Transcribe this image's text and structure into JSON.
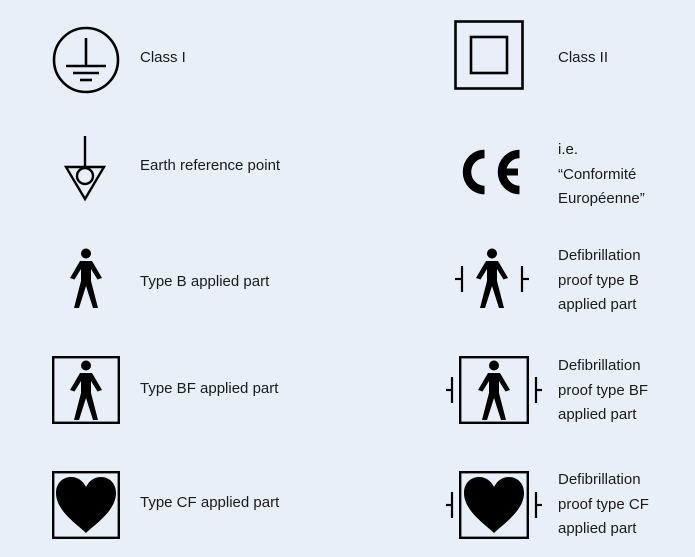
{
  "colors": {
    "background": "#e8eff8",
    "ink": "#000000",
    "text": "#1a1a1a"
  },
  "symbols": [
    {
      "id": "class-i",
      "icon": "protective-earth-icon",
      "lines": [
        "Class I"
      ]
    },
    {
      "id": "class-ii",
      "icon": "double-insulation-icon",
      "lines": [
        "Class II"
      ]
    },
    {
      "id": "earth-reference",
      "icon": "earth-reference-point-icon",
      "lines": [
        "Earth reference point"
      ]
    },
    {
      "id": "ce-mark",
      "icon": "ce-mark-icon",
      "lines": [
        "i.e.",
        "“Conformité",
        "Européenne”"
      ]
    },
    {
      "id": "type-b",
      "icon": "type-b-person-icon",
      "lines": [
        "Type B applied part"
      ]
    },
    {
      "id": "defib-type-b",
      "icon": "defib-type-b-icon",
      "lines": [
        "Defibrillation",
        "proof type B",
        "applied part"
      ]
    },
    {
      "id": "type-bf",
      "icon": "type-bf-boxed-person-icon",
      "lines": [
        "Type BF applied part"
      ]
    },
    {
      "id": "defib-type-bf",
      "icon": "defib-type-bf-icon",
      "lines": [
        "Defibrillation",
        "proof type BF",
        "applied part"
      ]
    },
    {
      "id": "type-cf",
      "icon": "type-cf-heart-icon",
      "lines": [
        "Type CF applied part"
      ]
    },
    {
      "id": "defib-type-cf",
      "icon": "defib-type-cf-icon",
      "lines": [
        "Defibrillation",
        "proof type CF",
        "applied part"
      ]
    }
  ]
}
